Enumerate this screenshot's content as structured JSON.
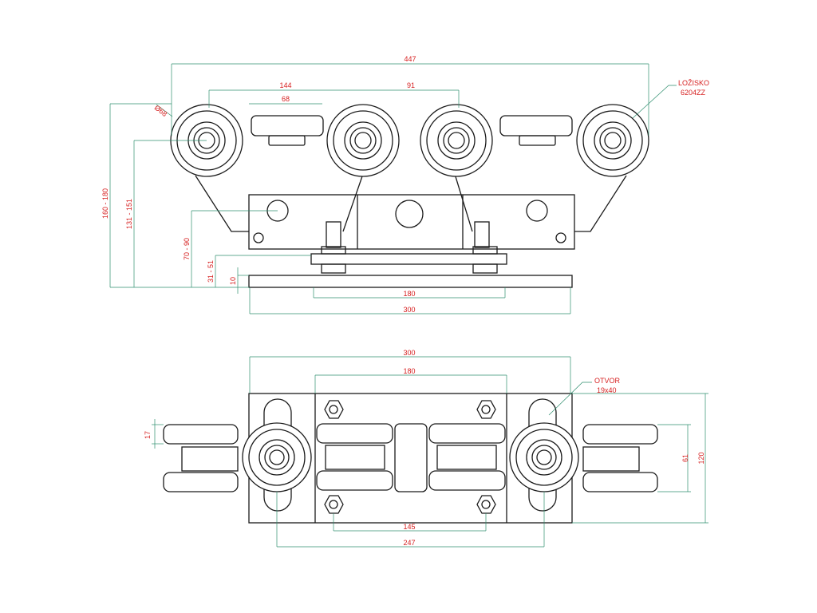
{
  "dimensions": {
    "top_overall_width": "447",
    "top_wheel_pitch_144": "144",
    "top_wheel_pitch_91": "91",
    "top_guide_width": "68",
    "top_wheel_diameter": "Ø68",
    "top_height_160_180": "160 - 180",
    "top_height_131_151": "131 - 151",
    "top_height_70_90": "70 - 90",
    "top_height_31_51": "31 - 51",
    "top_plate_thickness": "10",
    "top_bolt_spacing": "180",
    "top_plate_width": "300",
    "bottom_plate_width": "300",
    "bottom_bolt_spacing_top": "180",
    "bottom_roller_width": "17",
    "bottom_inner_height": "61",
    "bottom_plate_height": "120",
    "bottom_bolt_spacing_bottom": "145",
    "bottom_slot_spacing": "247"
  },
  "notes": {
    "bearing_label_line1": "LOŽISKO",
    "bearing_label_line2": "6204ZZ",
    "hole_label_line1": "OTVOR",
    "hole_label_line2": "19x40"
  }
}
